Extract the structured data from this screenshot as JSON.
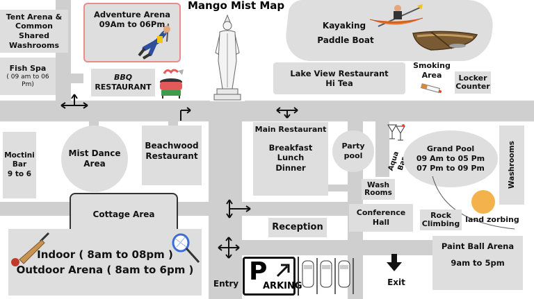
{
  "map_title": "Mango Mist Map",
  "locations": {
    "tent_arena": [
      "Tent Arena &",
      "Common Shared",
      "Washrooms"
    ],
    "fish_spa": "Fish Spa",
    "fish_spa_hours": "( 09 am to 06 Pm)",
    "adventure_arena": "Adventure Arena",
    "adventure_arena_hours": "09Am to 06Pm",
    "bbq": "BBQ",
    "bbq_restaurant": "RESTAURANT",
    "kayaking": "Kayaking",
    "paddle_boat": "Paddle Boat",
    "lake_view_restaurant": "Lake View Restaurant",
    "hi_tea": "Hi Tea",
    "smoking_area": [
      "Smoking",
      "Area"
    ],
    "locker_counter": [
      "Locker",
      "Counter"
    ],
    "moctini_bar": [
      "Moctini",
      "Bar",
      "9 to 6"
    ],
    "mist_dance_area": [
      "Mist Dance",
      "Area"
    ],
    "beachwood_restaurant": [
      "Beachwood",
      "Restaurant"
    ],
    "main_restaurant": "Main Restaurant",
    "main_restaurant_menu": [
      "Breakfast",
      "Lunch",
      "Dinner"
    ],
    "party_pool": [
      "Party",
      "pool"
    ],
    "aqua_bar": "Aqua Bar",
    "grand_pool": "Grand Pool",
    "grand_pool_hours": [
      "09 Am to 05 Pm",
      "07 Pm to 09 Pm"
    ],
    "washrooms_right": "Washrooms",
    "wash_rooms": [
      "Wash",
      "Rooms"
    ],
    "cottage_area": "Cottage Area",
    "conference_hall": [
      "Conference",
      "Hall"
    ],
    "rock_climbing": [
      "Rock",
      "Climbing"
    ],
    "land_zorbing": "land zorbing",
    "reception": "Reception",
    "indoor_arena": "Indoor ( 8am to 08pm )",
    "outdoor_arena": "Outdoor  Arena ( 8am to 6pm )",
    "paint_ball_arena": "Paint Ball Arena",
    "paint_ball_hours": "9am to 5pm",
    "entry": "Entry",
    "exit": "Exit",
    "parking": "ARKING",
    "parking_letter": "P"
  },
  "colors": {
    "road": "#cfcfcf",
    "building": "#dedede",
    "zorb_ball": "#f4b24c",
    "kayak": "#e8742a",
    "boat": "#7a5a32"
  },
  "icons": [
    "direction-arrow-icon",
    "kayak-icon",
    "rowboat-icon",
    "statue-icon",
    "climber-icon",
    "bbq-grill-icon",
    "cigarette-icon",
    "cocktail-icon",
    "cricket-bat-icon",
    "badminton-racket-icon",
    "car-icon",
    "exit-arrow-icon",
    "zorb-ball-icon"
  ]
}
